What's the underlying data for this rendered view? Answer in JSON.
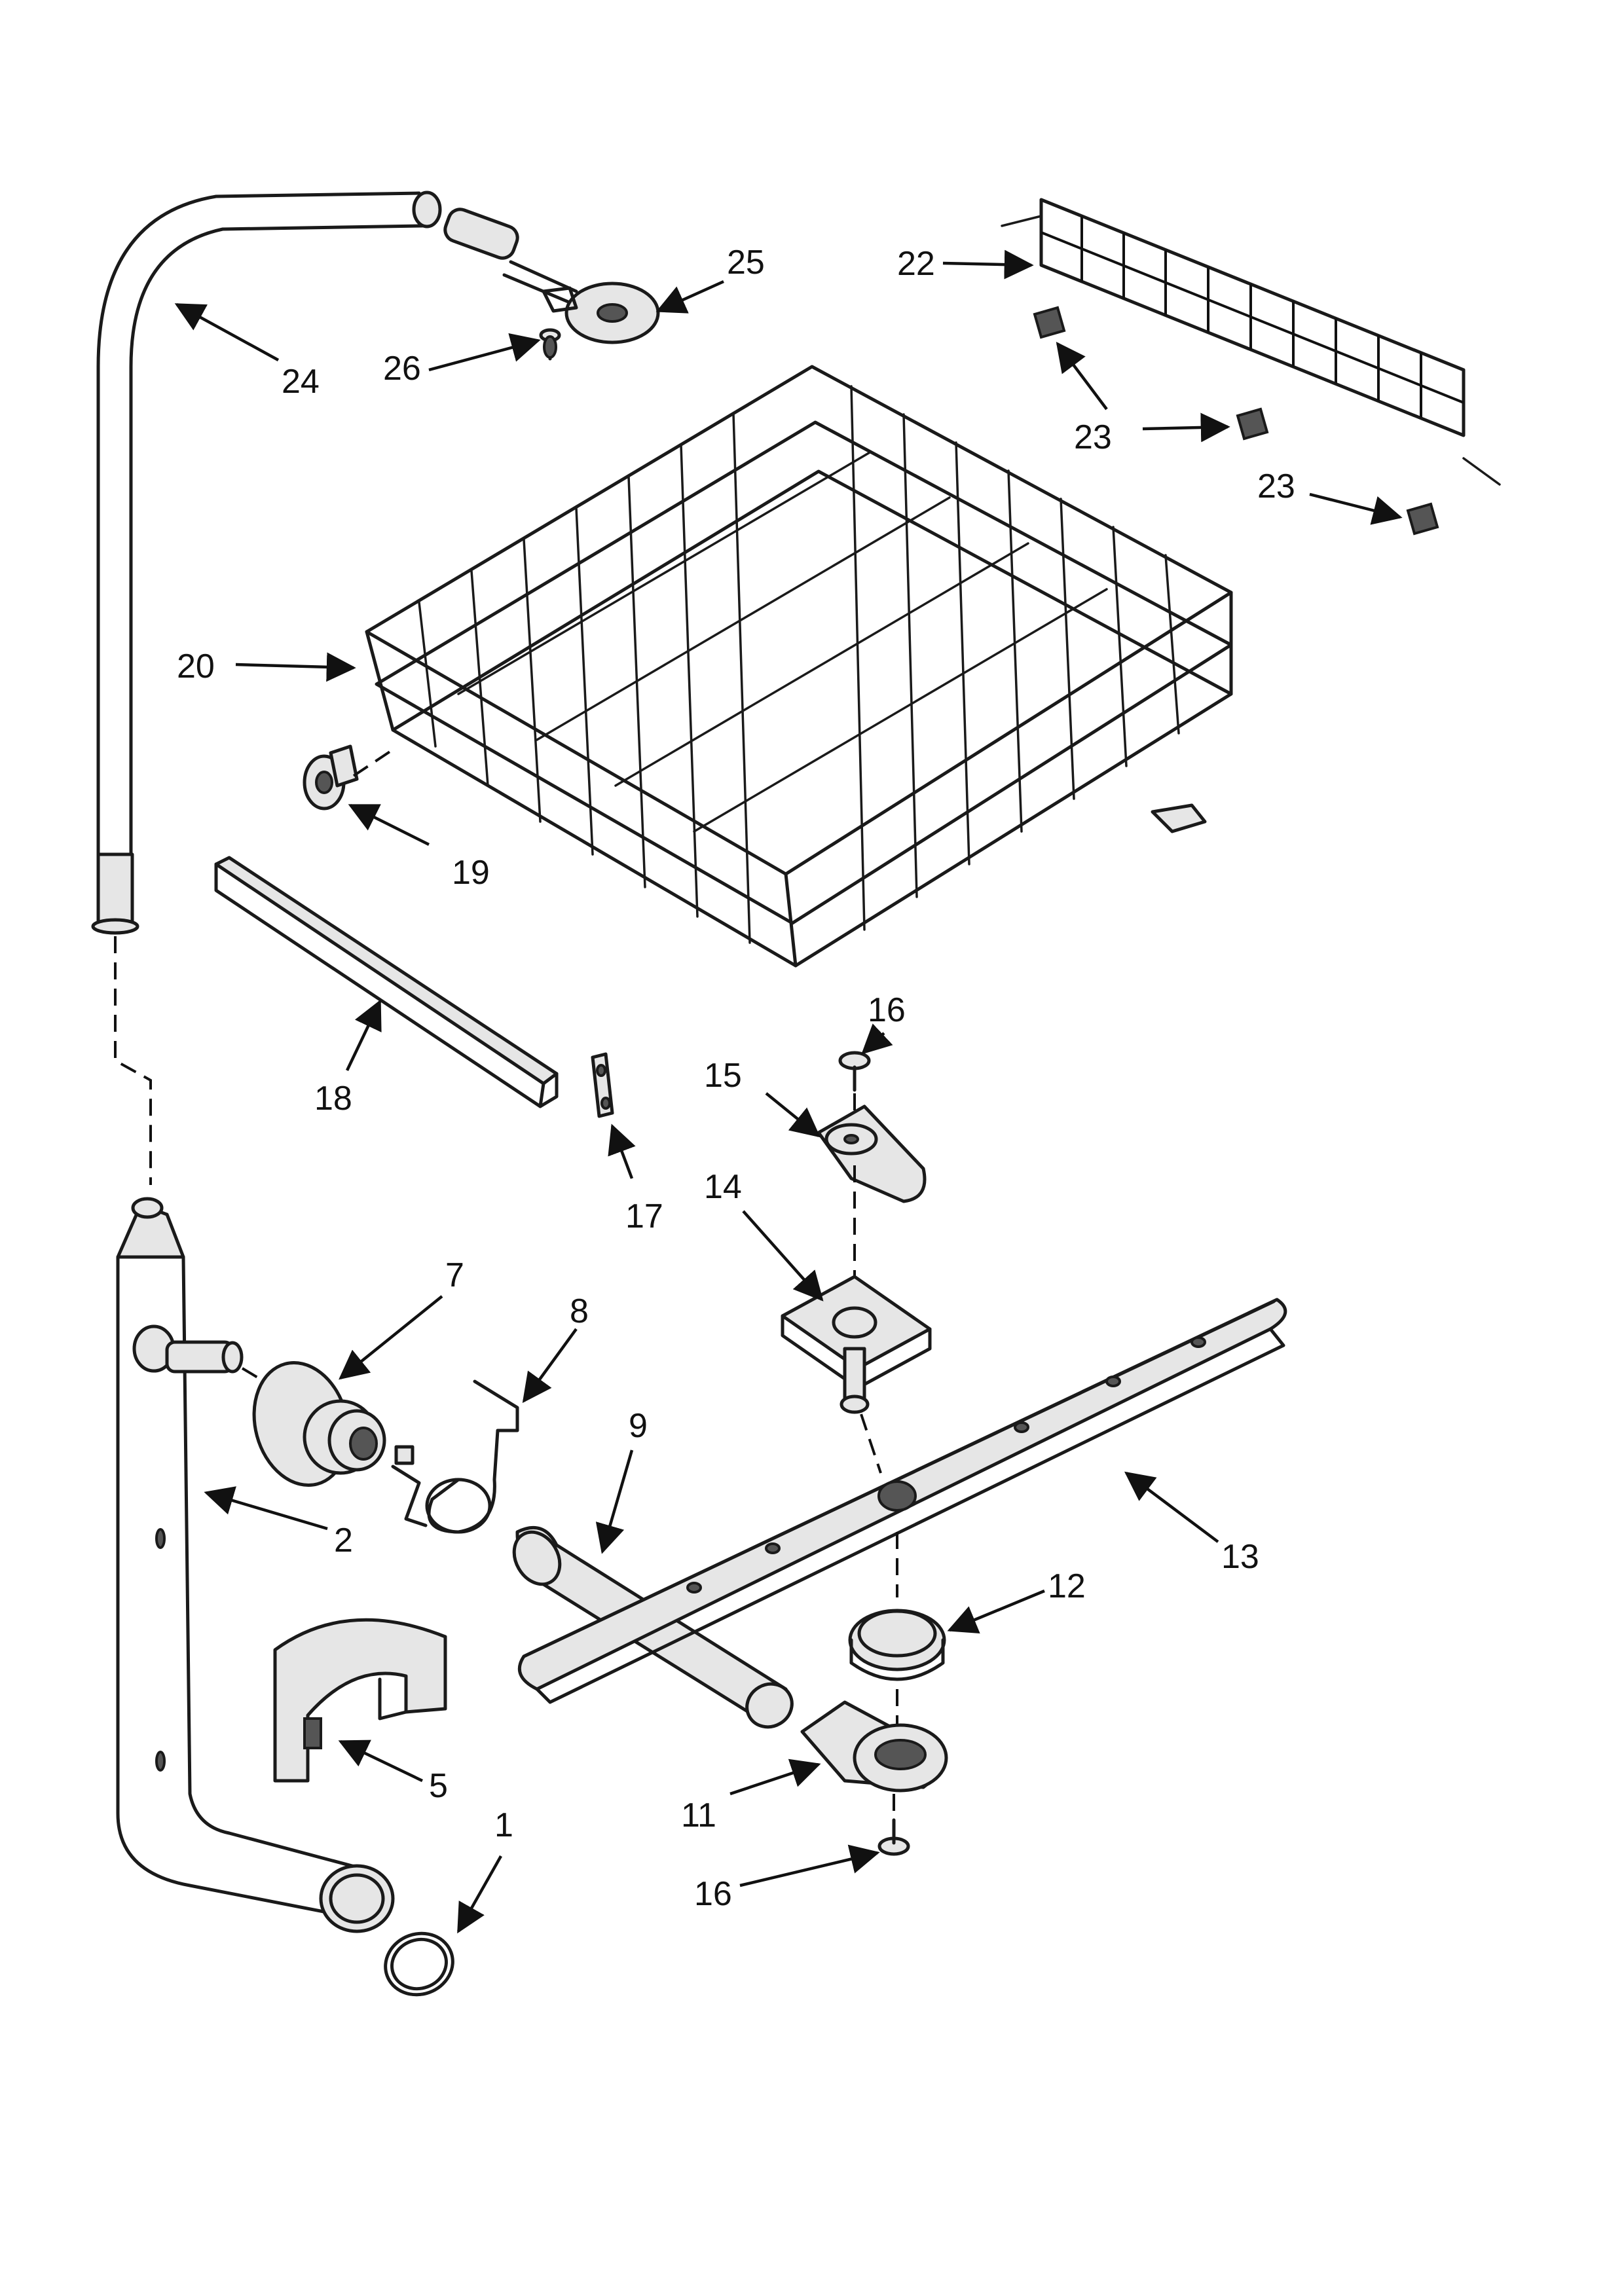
{
  "callouts": {
    "c1": "1",
    "c2": "2",
    "c5": "5",
    "c7": "7",
    "c8": "8",
    "c9": "9",
    "c11": "11",
    "c12": "12",
    "c13": "13",
    "c14": "14",
    "c15": "15",
    "c16a": "16",
    "c16b": "16",
    "c17": "17",
    "c18": "18",
    "c19": "19",
    "c20": "20",
    "c22": "22",
    "c23a": "23",
    "c23b": "23",
    "c23c": "23",
    "c24": "24",
    "c25": "25",
    "c26": "26"
  }
}
